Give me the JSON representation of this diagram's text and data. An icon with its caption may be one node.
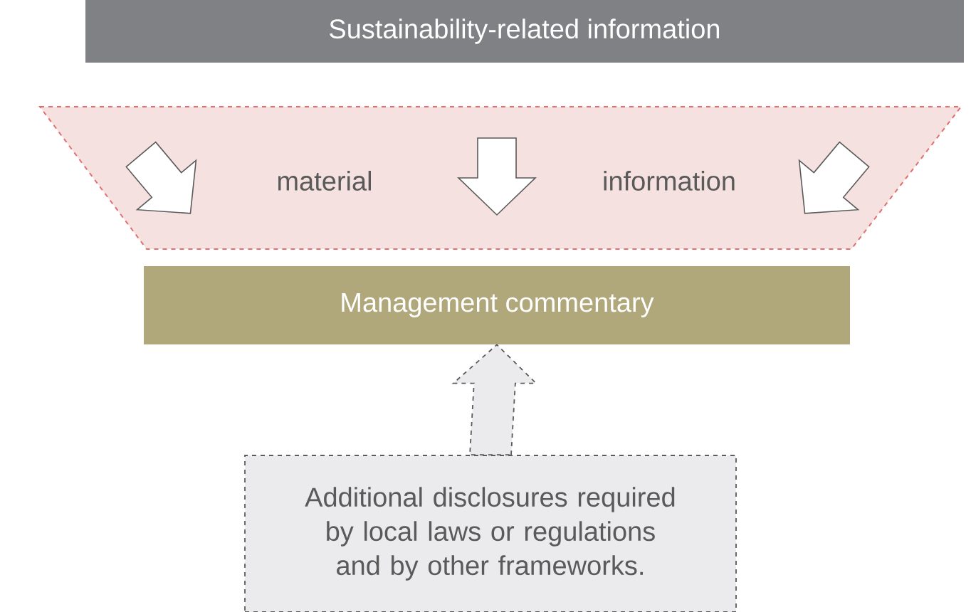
{
  "diagram": {
    "nodes": [
      {
        "text": [
          "Sustainability-related information"
        ]
      },
      {
        "text": [
          "material",
          "information"
        ]
      },
      {
        "text": [
          "Management commentary"
        ]
      },
      {
        "text": [
          "Additional disclosures required by local laws or regulations and by other frameworks."
        ]
      }
    ],
    "edges": [
      {
        "from": 3,
        "to": 2,
        "arrow": "to",
        "style": "dashed"
      }
    ]
  }
}
